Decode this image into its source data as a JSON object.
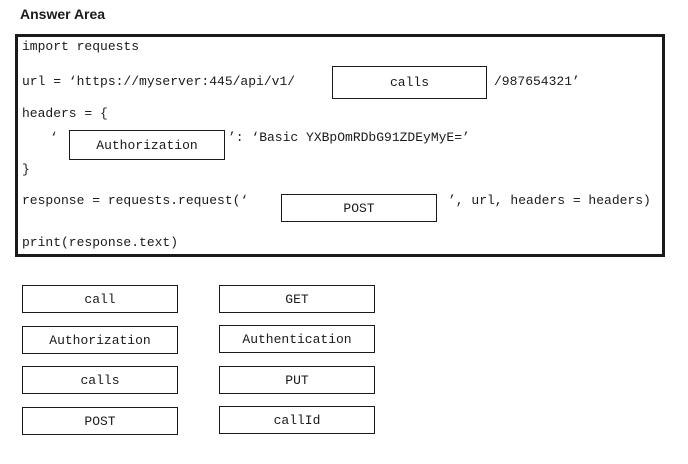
{
  "title": "Answer Area",
  "code": {
    "line1": "import requests",
    "line2_prefix": "url = ‘https://myserver:445/api/v1/",
    "line2_suffix": "/987654321’",
    "line3": "headers = {",
    "line4_prefix": "‘",
    "line4_suffix": "’: ‘Basic YXBpOmRDbG91ZDEyMyE=’",
    "line5": "}",
    "line6_prefix": "response = requests.request(‘",
    "line6_suffix": "’, url, headers = headers)",
    "line7": "print(response.text)"
  },
  "slots": {
    "url_path": "calls",
    "header_name": "Authorization",
    "method": "POST"
  },
  "options": {
    "left": [
      "call",
      "Authorization",
      "calls",
      "POST"
    ],
    "right": [
      "GET",
      "Authentication",
      "PUT",
      "callId"
    ]
  }
}
